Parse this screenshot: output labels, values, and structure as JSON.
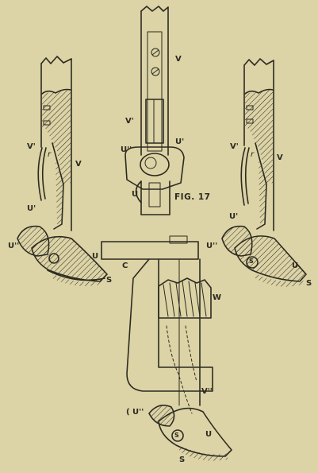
{
  "figure": {
    "caption": "FIG. 17",
    "labels": {
      "left_v_prime": "V'",
      "left_r": "r",
      "left_v": "V",
      "left_u_prime": "U'",
      "left_u_double_prime": "U''",
      "left_u": "U",
      "left_s": "S",
      "center_v": "V",
      "center_v_prime": "V'",
      "center_u_double_prime": "U''",
      "center_u_prime": "U'",
      "center_u": "U",
      "right_v_prime": "V'",
      "right_r": "r",
      "right_v": "V",
      "right_u_prime": "U'",
      "right_u_double_prime": "U''",
      "right_s_circle": "S",
      "right_u": "U",
      "right_s": "S",
      "bottom_c": "C",
      "bottom_w": "W",
      "bottom_v_double_prime": "V''",
      "bottom_u_double_prime": "( U''",
      "bottom_s_circle": "S",
      "bottom_u": "U",
      "bottom_s": "S"
    }
  },
  "colors": {
    "paper": "#dcd3a6",
    "ink": "#2c2a20"
  }
}
